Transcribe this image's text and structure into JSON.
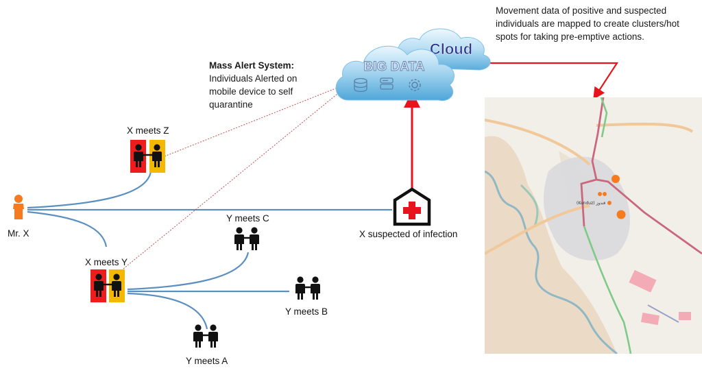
{
  "cloud": {
    "big_data_label": "BIG DATA",
    "cloud_label": "Cloud",
    "icons": [
      "database-icon",
      "server-icon",
      "gear-icon"
    ]
  },
  "mass_alert": {
    "title": "Mass Alert System:",
    "body": "Individuals Alerted on mobile device to self quarantine"
  },
  "map_description": "Movement data of positive and suspected individuals are mapped to create clusters/hot spots for taking pre-emptive actions.",
  "nodes": {
    "mr_x": "Mr. X",
    "x_meets_z": "X meets Z",
    "x_meets_y": "X meets Y",
    "y_meets_c": "Y meets C",
    "y_meets_b": "Y meets B",
    "y_meets_a": "Y meets A",
    "hospital": "X suspected of infection"
  },
  "map": {
    "city_label": "(Kunduz) قندوز",
    "hotspot_color": "#f47b20",
    "hotspots": [
      {
        "name": "hotspot-large-north",
        "size": "large"
      },
      {
        "name": "hotspot-small-1",
        "size": "small"
      },
      {
        "name": "hotspot-small-2",
        "size": "small"
      },
      {
        "name": "hotspot-small-3",
        "size": "small"
      },
      {
        "name": "hotspot-large-south",
        "size": "large"
      }
    ]
  },
  "colors": {
    "link_line": "#5b8fc0",
    "alert_link": "#c0504d",
    "data_arrow": "#e8141b",
    "person_orange": "#f47b20",
    "infected_red": "#ee1c1c",
    "contact_yellow": "#f5b800",
    "hospital_cross": "#e8141b"
  }
}
